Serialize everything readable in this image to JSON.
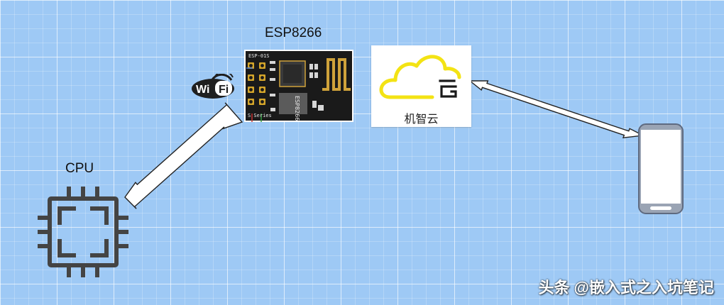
{
  "nodes": {
    "esp": {
      "title": "ESP8266",
      "chip_label": "ESP-01S",
      "shield_text": "ESP8266",
      "series_text": "S Series"
    },
    "cloud": {
      "name": "机智云"
    },
    "wifi": {
      "text_left": "Wi",
      "text_right": "Fi"
    },
    "cpu": {
      "title": "CPU"
    },
    "phone": {
      "icon": "smartphone-icon"
    }
  },
  "edges": [
    {
      "from": "cpu",
      "to": "esp",
      "type": "double-arrow"
    },
    {
      "from": "cloud",
      "to": "phone",
      "type": "double-arrow"
    }
  ],
  "watermark": {
    "source": "头条",
    "author": "@嵌入式之入坑笔记"
  },
  "colors": {
    "background": "#9ec9f5",
    "cloud_yellow": "#f3e314",
    "pcb": "#1a1a1a",
    "chip_icon": "#444444"
  }
}
